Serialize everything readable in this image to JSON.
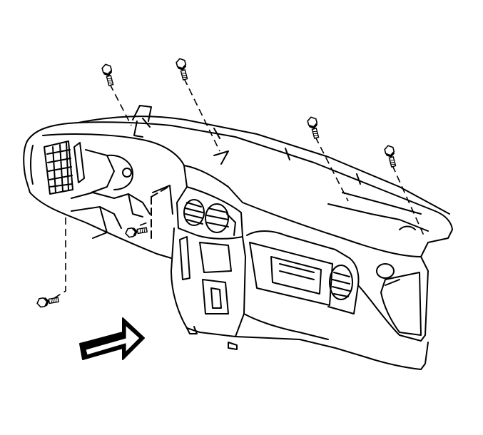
{
  "diagram": {
    "type": "technical-line-drawing",
    "subject": "instrument-panel-assembly",
    "line_color": "#000000",
    "background_color": "#ffffff",
    "fasteners": [
      {
        "name": "bolt-top-left",
        "icon": "bolt-icon"
      },
      {
        "name": "bolt-top-center",
        "icon": "bolt-icon"
      },
      {
        "name": "bolt-top-right",
        "icon": "bolt-icon"
      },
      {
        "name": "bolt-far-right",
        "icon": "bolt-icon"
      },
      {
        "name": "bolt-center-lower",
        "icon": "bolt-icon"
      },
      {
        "name": "bolt-left-lower",
        "icon": "bolt-icon"
      }
    ],
    "view_arrow": {
      "icon": "view-direction-arrow-icon"
    }
  }
}
